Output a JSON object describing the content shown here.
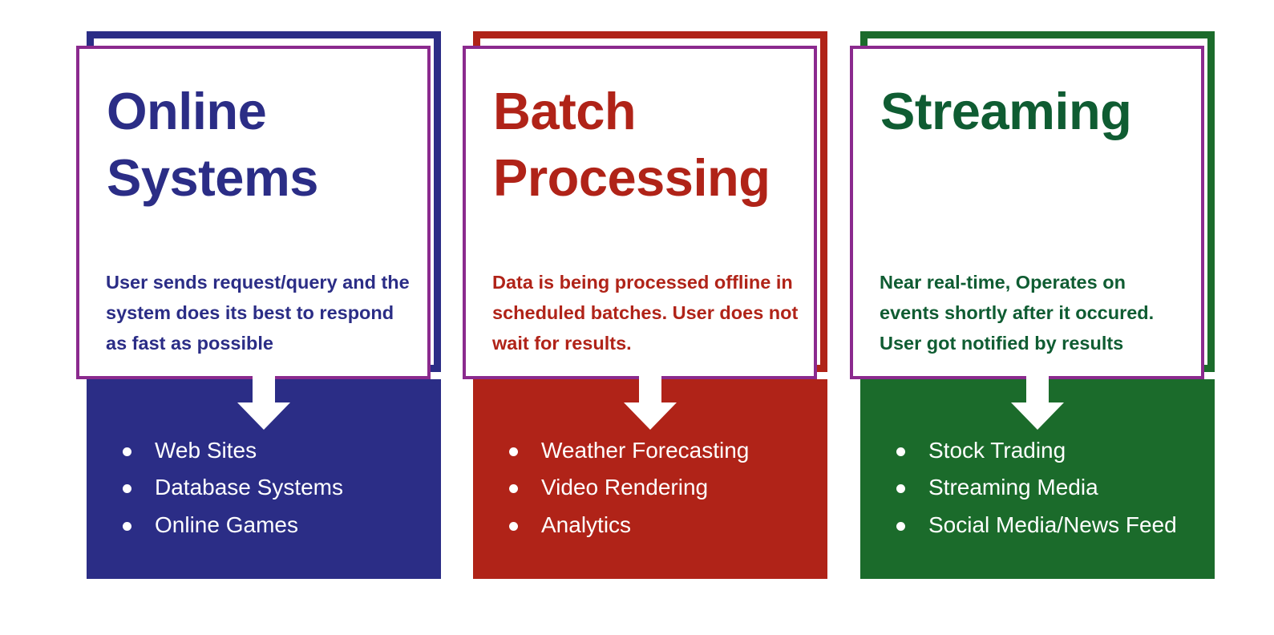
{
  "page": {
    "background_color": "#ffffff",
    "outline_color": "#8B2A8E",
    "arrow_color": "#ffffff",
    "bullet_glyph": "•"
  },
  "cards": [
    {
      "id": "online-systems",
      "title": "Online Systems",
      "description": "User sends request/query and the system does its best to respond as fast as possible",
      "accent_color": "#2B2D86",
      "outline_color": "#8B2A8E",
      "examples": [
        "Web Sites",
        "Database Systems",
        "Online Games"
      ]
    },
    {
      "id": "batch-processing",
      "title": "Batch Processing",
      "description": "Data is being processed offline in scheduled batches. User does not wait for results.",
      "accent_color": "#B02318",
      "outline_color": "#8B2A8E",
      "examples": [
        "Weather Forecasting",
        "Video Rendering",
        "Analytics"
      ]
    },
    {
      "id": "streaming",
      "title": "Streaming",
      "description": "Near real-time, Operates on events shortly after it occured. User got notified by results",
      "accent_color": "#1B6B2B",
      "title_color": "#0F5C32",
      "outline_color": "#8B2A8E",
      "examples": [
        "Stock Trading",
        "Streaming Media",
        "Social Media/News Feed"
      ]
    }
  ]
}
